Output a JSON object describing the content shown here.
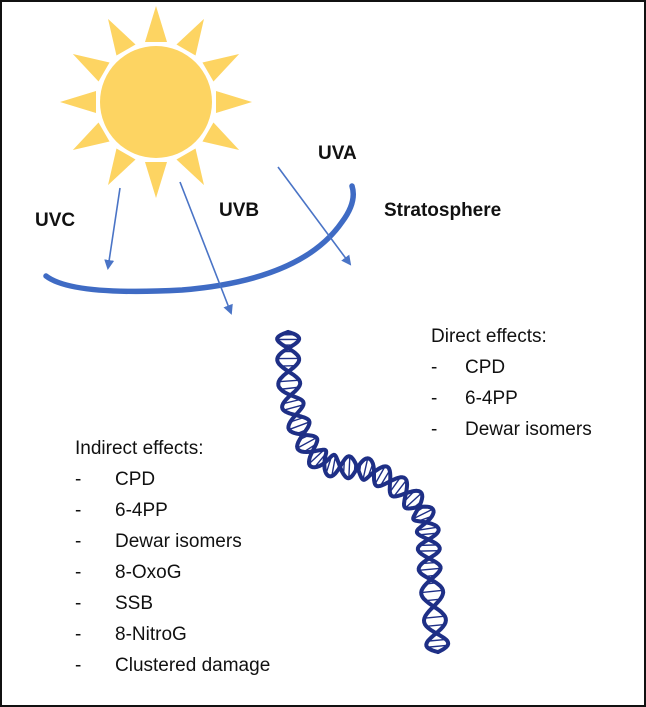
{
  "labels": {
    "uvc": "UVC",
    "uvb": "UVB",
    "uva": "UVA",
    "stratosphere": "Stratosphere"
  },
  "direct": {
    "heading": "Direct effects:",
    "items": [
      "CPD",
      "6-4PP",
      "Dewar isomers"
    ]
  },
  "indirect": {
    "heading": "Indirect effects:",
    "items": [
      "CPD",
      "6-4PP",
      "Dewar isomers",
      "8-OxoG",
      "SSB",
      "8-NitroG",
      "Clustered damage"
    ]
  },
  "list_marker": "-",
  "colors": {
    "sun_fill": "#fdd462",
    "sun_edge": "#f7c54a",
    "arrow": "#4a74c6",
    "stratosphere": "#3f6bc4",
    "dna": "#1e2f86",
    "border": "#111111"
  },
  "icons": {
    "sun": "sun-icon",
    "dna": "dna-helix-icon"
  }
}
